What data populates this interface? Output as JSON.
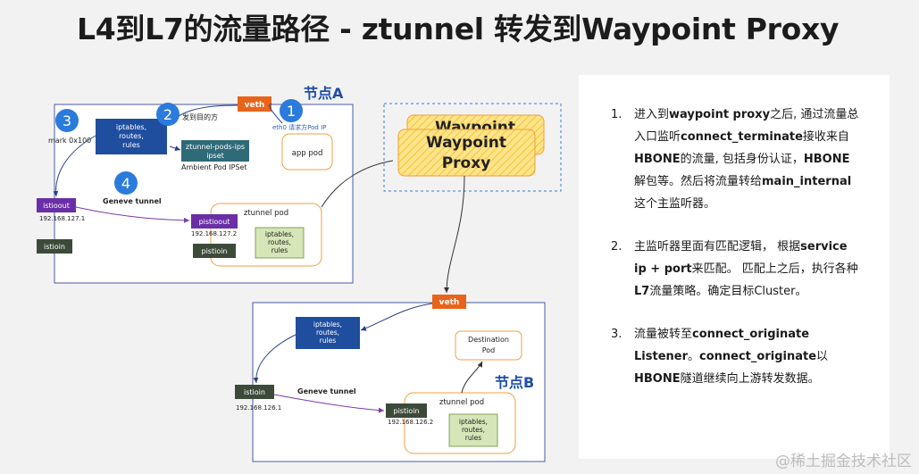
{
  "title": "L4到L7的流量路径 - ztunnel 转发到Waypoint Proxy",
  "node_a": {
    "label": "节点A",
    "veth": "veth",
    "eth0_label": "eth0 请求方Pod IP",
    "app_pod": "app pod",
    "iptables": [
      "iptables,",
      "routes,",
      "rules"
    ],
    "step2_label": "发到目的方",
    "ipset": [
      "ztunnel-pods-ips",
      "ipset"
    ],
    "ambient_ipset": "Ambient Pod IPSet",
    "mark": "mark 0x100",
    "geneve": "Geneve tunnel",
    "istioout": "istioout",
    "istioout_ip": "192.168.127.1",
    "istioin": "istioin",
    "pistioout": "pistioout",
    "pistioout_ip": "192.168.127.2",
    "pistioin": "pistioin",
    "ztunnel_pod": "ztunnel pod",
    "zt_iptables": [
      "iptables,",
      "routes,",
      "rules"
    ],
    "badges": [
      "1",
      "2",
      "3",
      "4"
    ]
  },
  "waypoint": {
    "back_label": "Waypoint",
    "front_label": [
      "Waypoint",
      "Proxy"
    ]
  },
  "node_b": {
    "label": "节点B",
    "veth": "veth",
    "iptables": [
      "iptables,",
      "routes,",
      "rules"
    ],
    "destination_pod": [
      "Destination",
      "Pod"
    ],
    "istioin": "istioin",
    "istioin_ip": "192.168.126.1",
    "geneve": "Geneve tunnel",
    "pistioin": "pistioin",
    "pistioin_ip": "192.168.126.2",
    "ztunnel_pod": "ztunnel pod",
    "zt_iptables": [
      "iptables,",
      "routes,",
      "rules"
    ]
  },
  "steps": [
    {
      "num": "1.",
      "html": "进入到<b>waypoint proxy</b>之后, 通过流量总入口监听<b>connect_terminate</b>接收来自<b>HBONE</b>的流量, 包括身份认证，<b>HBONE</b>解包等。然后将流量转给<b>main_internal</b>这个主监听器。"
    },
    {
      "num": "2.",
      "html": "主监听器里面有匹配逻辑， 根据<b>service ip + port</b>来匹配。 匹配上之后，执行各种<b>L7</b>流量策略。确定目标Cluster。"
    },
    {
      "num": "3.",
      "html": "流量被转至<b>connect_originate Listener</b>。<b>connect_originate</b>以<b>HBONE</b>隧道继续向上游转发数据。"
    }
  ],
  "watermark": "@稀土掘金技术社区",
  "colors": {
    "veth": "#e8641b",
    "iptables": "#1f4e9e",
    "ipset": "#2f6a78",
    "tunnel_iface": "#6a2ea6",
    "istioin": "#3d4a3a",
    "badge": "#2b7bdc",
    "pod_border": "#f0a040",
    "node_border": "#4a5aa0",
    "waypoint_fill": "#ffe48a",
    "zt_iptables_fill": "#d6e6b8"
  }
}
